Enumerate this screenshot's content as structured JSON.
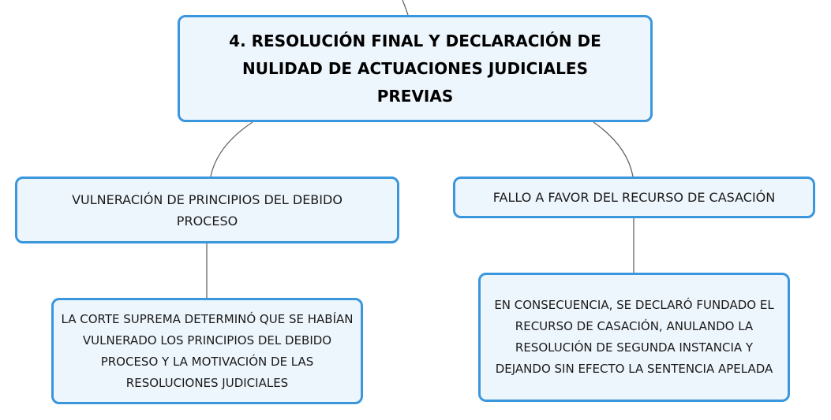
{
  "root": {
    "text": "4. RESOLUCIÓN FINAL Y DECLARACIÓN DE NULIDAD DE ACTUACIONES JUDICIALES PREVIAS"
  },
  "left": {
    "topic": "VULNERACIÓN DE PRINCIPIOS DEL DEBIDO PROCESO",
    "detail": "LA CORTE SUPREMA DETERMINÓ QUE SE HABÍAN VULNERADO LOS PRINCIPIOS DEL DEBIDO PROCESO Y LA MOTIVACIÓN DE LAS RESOLUCIONES JUDICIALES"
  },
  "right": {
    "topic": "FALLO A FAVOR DEL RECURSO DE CASACIÓN",
    "detail": "EN CONSECUENCIA, SE DECLARÓ FUNDADO EL RECURSO DE CASACIÓN, ANULANDO LA RESOLUCIÓN DE SEGUNDA INSTANCIA Y DEJANDO SIN EFECTO LA SENTENCIA APELADA"
  },
  "colors": {
    "border": "#3a96dd",
    "fill": "#eef6fd",
    "connector": "#666666"
  }
}
